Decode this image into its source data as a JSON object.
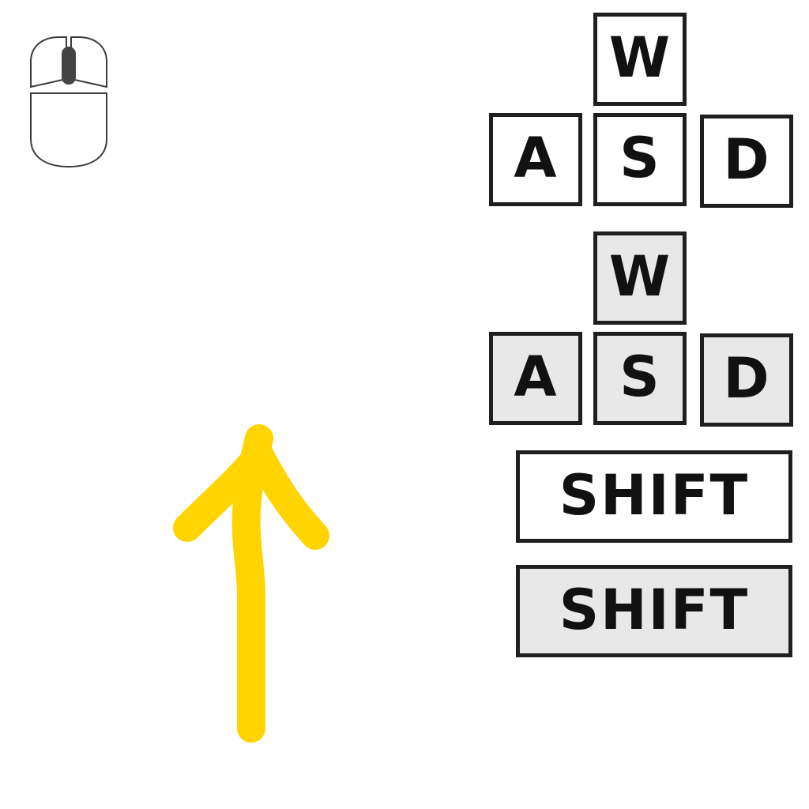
{
  "colors": {
    "background": "#ffffff",
    "key_border": "#1f1f1f",
    "key_text": "#111111",
    "key_normal": "#ffffff",
    "key_pressed": "#e8e8e8",
    "arrow": "#ffd400",
    "mouse_outline": "#3c3c3c",
    "mouse_wheel": "#444444"
  },
  "icons": {
    "mouse": "mouse-icon",
    "arrow": "arrow-up-icon"
  },
  "keys": {
    "normal": {
      "w": "W",
      "a": "A",
      "s": "S",
      "d": "D"
    },
    "pressed": {
      "w": "W",
      "a": "A",
      "s": "S",
      "d": "D"
    }
  },
  "shift": {
    "normal": "SHIFT",
    "pressed": "SHIFT"
  }
}
